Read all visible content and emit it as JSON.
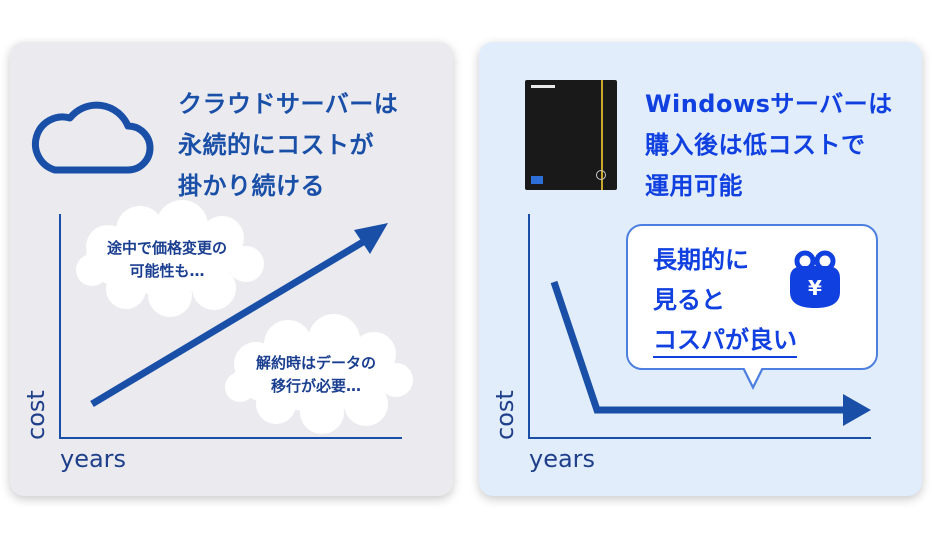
{
  "left_panel": {
    "title_lines": [
      "クラウドサーバーは",
      "永続的にコストが",
      "掛かり続ける"
    ],
    "cloud_notes": [
      {
        "lines": [
          "途中で価格変更の",
          "可能性も…"
        ]
      },
      {
        "lines": [
          "解約時はデータの",
          "移行が必要…"
        ]
      }
    ],
    "axis": {
      "x_label": "years",
      "y_label": "cost"
    },
    "trend": "increasing",
    "icon": "cloud-icon"
  },
  "right_panel": {
    "title_lines": [
      "Windowsサーバーは",
      "購入後は低コストで",
      "運用可能"
    ],
    "bubble": {
      "line1": "長期的に",
      "line2": "見ると",
      "line3": "コスパが良い"
    },
    "axis": {
      "x_label": "years",
      "y_label": "cost"
    },
    "trend": "drop-then-flat",
    "icons": [
      "server-image",
      "yen-purse-icon"
    ]
  },
  "colors": {
    "left_panel_bg": "#ebebef",
    "right_panel_bg": "#e2edfb",
    "axis_blue": "#1a4fa8",
    "accent_blue": "#1040e0"
  }
}
